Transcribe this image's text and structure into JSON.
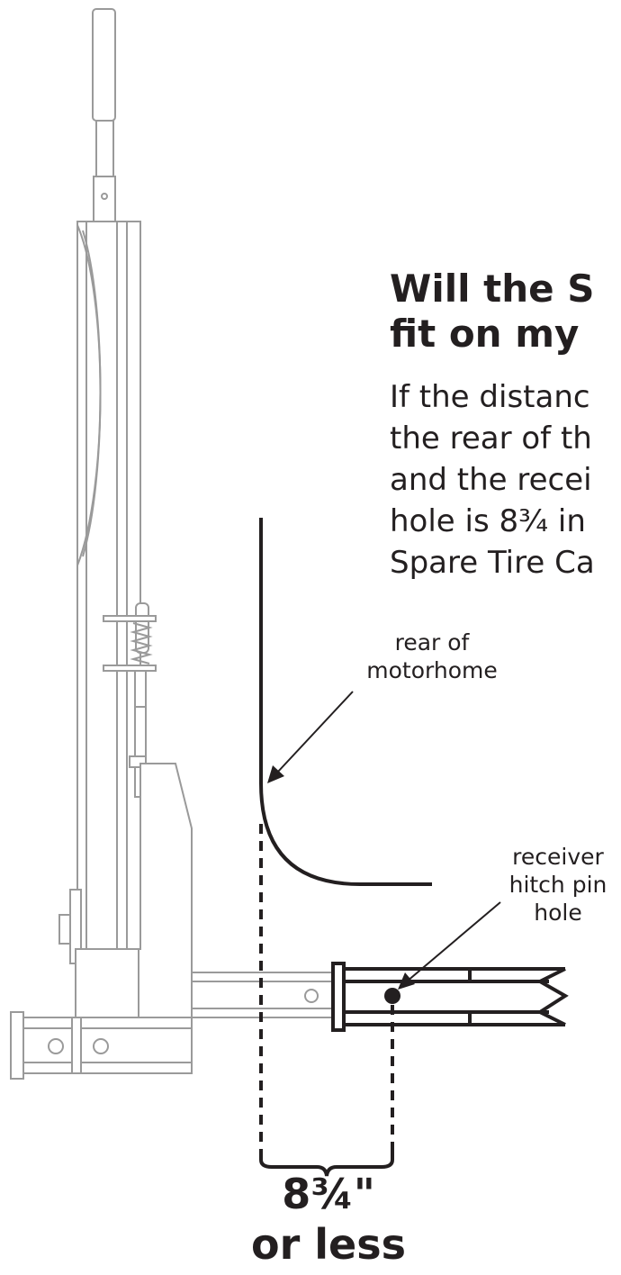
{
  "heading": {
    "line1": "Will the S",
    "line2": "fit on my"
  },
  "body_text": {
    "line1": "If the distanc",
    "line2": "the rear of th",
    "line3": "and the recei",
    "line4": "hole is 8¾ in",
    "line5": "Spare Tire Ca"
  },
  "labels": {
    "rear_line1": "rear of",
    "rear_line2": "motorhome",
    "receiver_line1": "receiver",
    "receiver_line2": "hitch pin",
    "receiver_line3": "hole"
  },
  "measurement": {
    "value": "8¾\"",
    "qualifier": "or less"
  },
  "colors": {
    "ink": "#231f20",
    "outline": "#9a9a9a"
  }
}
